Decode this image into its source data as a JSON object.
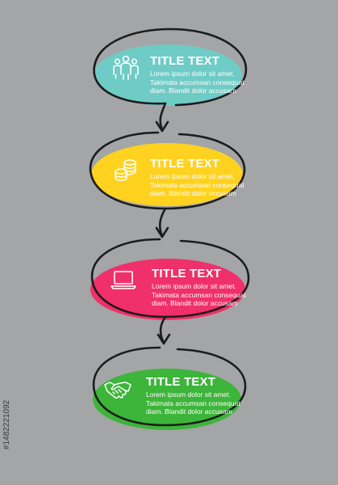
{
  "colors": {
    "background": "#a3a5a7",
    "outline": "#1c1c1c",
    "step_1": "#6fcbc6",
    "step_2": "#ffd21f",
    "step_3": "#f0306a",
    "step_4": "#3db43a"
  },
  "steps": [
    {
      "title": "TITLE TEXT",
      "line1": "Lorem ipsum dolor sit amet.",
      "line2": "Takimata accumsan consequat",
      "line3": "diam. Blandit dolor accusam",
      "icon": "people-group-icon"
    },
    {
      "title": "TITLE TEXT",
      "line1": "Lorem ipsum dolor sit amet.",
      "line2": "Takimata accumsan consequat",
      "line3": "diam. Blandit dolor accusam",
      "icon": "coin-stack-icon"
    },
    {
      "title": "TITLE TEXT",
      "line1": "Lorem ipsum dolor sit amet.",
      "line2": "Takimata accumsan consequat",
      "line3": "diam. Blandit dolor accusam",
      "icon": "laptop-icon"
    },
    {
      "title": "TITLE TEXT",
      "line1": "Lorem ipsum dolor sit amet.",
      "line2": "Takimata accumsan consequat",
      "line3": "diam. Blandit dolor accusam",
      "icon": "handshake-icon"
    }
  ],
  "stock_id": "#1482221092"
}
